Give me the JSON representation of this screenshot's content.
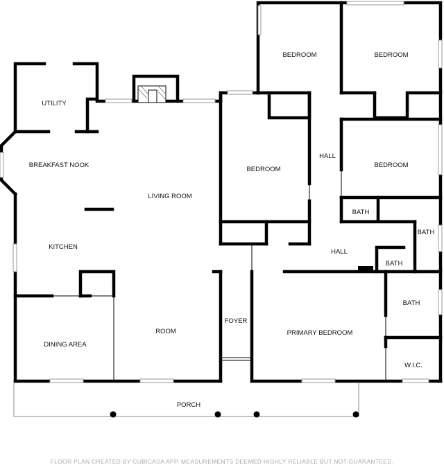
{
  "rooms": {
    "bedroom_top_left": "BEDROOM",
    "bedroom_top_right": "BEDROOM",
    "utility": "UTILITY",
    "breakfast_nook": "BREAKFAST NOOK",
    "living_room": "LIVING ROOM",
    "bedroom_middle": "BEDROOM",
    "hall_upper": "HALL",
    "bedroom_right": "BEDROOM",
    "bath_small": "BATH",
    "bath_right": "BATH",
    "kitchen": "KITCHEN",
    "hall_lower": "HALL",
    "bath_center": "BATH",
    "bath_lower_right": "BATH",
    "foyer": "FOYER",
    "dining_area": "DINING AREA",
    "room": "ROOM",
    "primary_bedroom": "PRIMARY BEDROOM",
    "wic": "W.I.C.",
    "porch": "PORCH"
  },
  "footer": "FLOOR PLAN CREATED BY CUBICASA APP. MEASUREMENTS DEEMED HIGHLY RELIABLE BUT NOT GUARANTEED."
}
